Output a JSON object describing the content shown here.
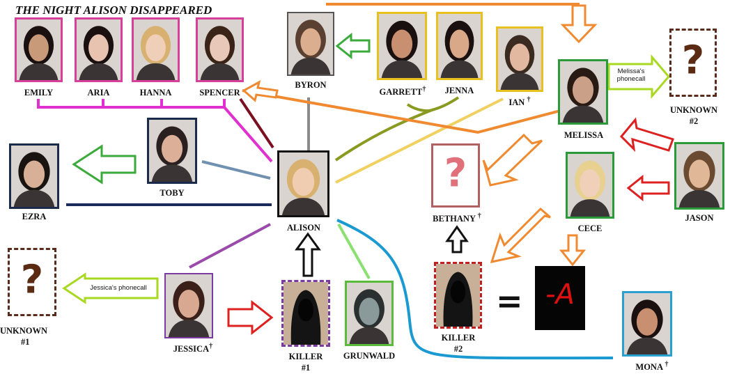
{
  "title": "THE NIGHT ALISON DISAPPEARED",
  "characters": {
    "emily": "EMILY",
    "aria": "ARIA",
    "hanna": "HANNA",
    "spencer": "SPENCER",
    "byron": "BYRON",
    "garrett": "GARRETT",
    "jenna": "JENNA",
    "ian": "IAN",
    "melissa": "MELISSA",
    "unknown2_a": "UNKNOWN",
    "unknown2_b": "#2",
    "toby": "TOBY",
    "ezra": "EZRA",
    "alison": "ALISON",
    "bethany": "BETHANY",
    "cece": "CECE",
    "jason": "JASON",
    "unknown1_a": "UNKNOWN",
    "unknown1_b": "#1",
    "jessica": "JESSICA",
    "killer1_a": "KILLER",
    "killer1_b": "#1",
    "grunwald": "GRUNWALD",
    "killer2_a": "KILLER",
    "killer2_b": "#2",
    "mona": "MONA"
  },
  "dagger": "†",
  "unknown_mark": "?",
  "notes": {
    "melissa_call_1": "Melissa's",
    "melissa_call_2": "phonecall",
    "jessica_call": "Jessica's phonecall"
  },
  "equals": "=",
  "a_sign": "-A",
  "colors": {
    "emily_border": "#d6409a",
    "aria_border": "#d6409a",
    "hanna_border": "#d6409a",
    "spencer_border": "#d6409a",
    "byron_border": "#555555",
    "garrett_border": "#e8c020",
    "jenna_border": "#e8c020",
    "ian_border": "#e8c020",
    "melissa_border": "#2a9a3a",
    "cece_border": "#2a9a3a",
    "jason_border": "#2a9a3a",
    "toby_border": "#1a2a4a",
    "ezra_border": "#1a2a4a",
    "alison_border": "#111111",
    "killer1_border": "#7a3aa0",
    "killer2_border": "#c02020",
    "grunwald_border": "#5aba3a",
    "jessica_border": "#7a3aa0",
    "mona_border": "#2aa0d0",
    "bethany_border": "#b06060",
    "unknown_border": "#5a2a1a",
    "friends_line": "#e030d0",
    "orange": "#f08a30",
    "green_arrow": "#3aaa3a",
    "red_arrow": "#dd2020",
    "lime_arrow": "#a8d820",
    "blue_line": "#1a9ad0"
  }
}
